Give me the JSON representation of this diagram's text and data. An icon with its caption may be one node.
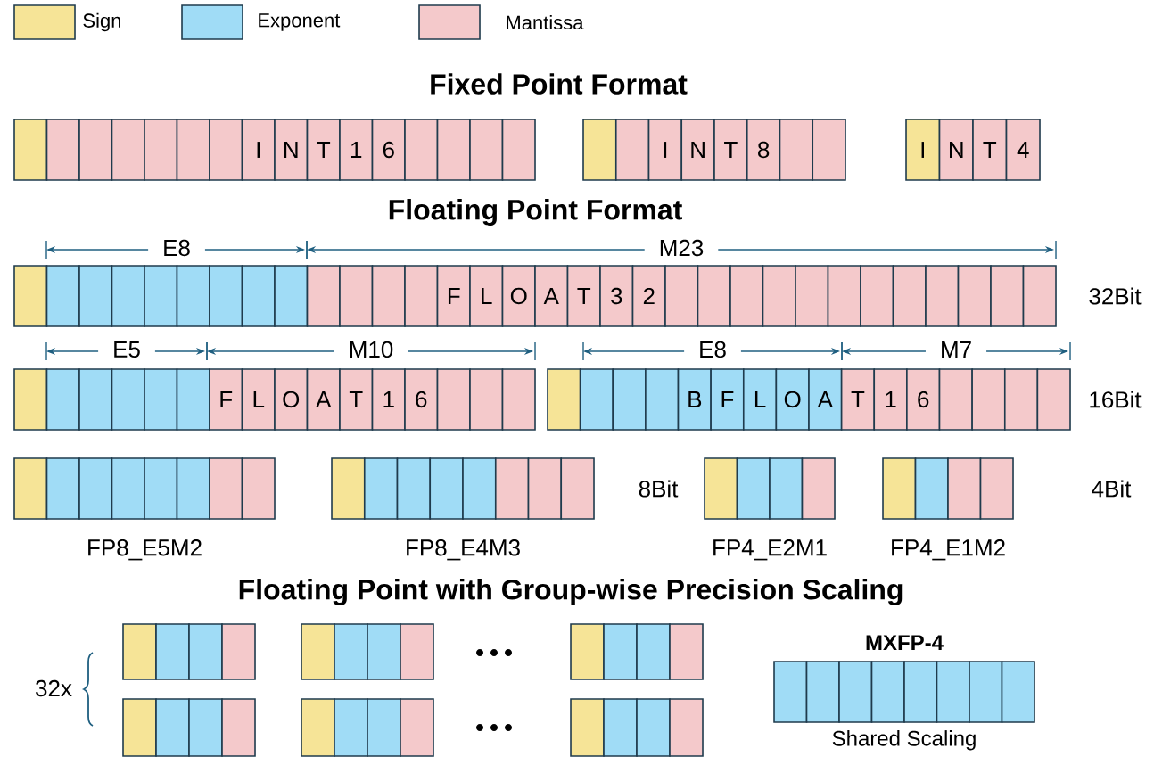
{
  "diagram": {
    "nodes": [
      {
        "text": [
          "I",
          "N",
          "T",
          "1",
          "6"
        ]
      },
      {
        "text": [
          "I",
          "N",
          "T",
          "8"
        ]
      },
      {
        "text": [
          "I",
          "N",
          "T",
          "4"
        ]
      },
      {
        "text": [
          "F",
          "L",
          "O",
          "A",
          "T",
          "3",
          "2"
        ]
      },
      {
        "text": [
          "F",
          "L",
          "O",
          "A",
          "T",
          "1",
          "6"
        ]
      },
      {
        "text": [
          "B",
          "F",
          "L",
          "O",
          "A",
          "T",
          "1",
          "6"
        ]
      },
      {
        "text": [],
        "shape": "bar",
        "beside": [
          "FP8_E5M2"
        ]
      },
      {
        "text": [],
        "shape": "bar",
        "beside": [
          "FP8_E4M3"
        ]
      },
      {
        "text": [],
        "shape": "bar",
        "beside": [
          "FP4_E2M1"
        ]
      },
      {
        "text": [],
        "shape": "bar",
        "beside": [
          "FP4_E1M2"
        ]
      },
      {
        "text": [],
        "shape": "bar"
      },
      {
        "text": [],
        "shape": "bar"
      },
      {
        "text": [],
        "shape": "bar"
      },
      {
        "text": [],
        "shape": "bar"
      },
      {
        "text": [],
        "shape": "bar"
      },
      {
        "text": [],
        "shape": "bar"
      },
      {
        "text": [
          "MXFP-4",
          "Shared Scaling"
        ]
      }
    ],
    "labels": [
      "Fixed Point Format",
      "Floating Point Format",
      "E8",
      "M23",
      "32Bit",
      "E5",
      "M10",
      "E8",
      "M7",
      "16Bit",
      "8Bit",
      "4Bit",
      "Floating Point with Group-wise Precision Scaling",
      "32x"
    ],
    "legend": [
      {
        "text": "Sign",
        "color": "#f6e497"
      },
      {
        "text": "Exponent",
        "color": "#a0dcf6"
      },
      {
        "text": "Mantissa",
        "color": "#f4c9cb"
      }
    ]
  }
}
